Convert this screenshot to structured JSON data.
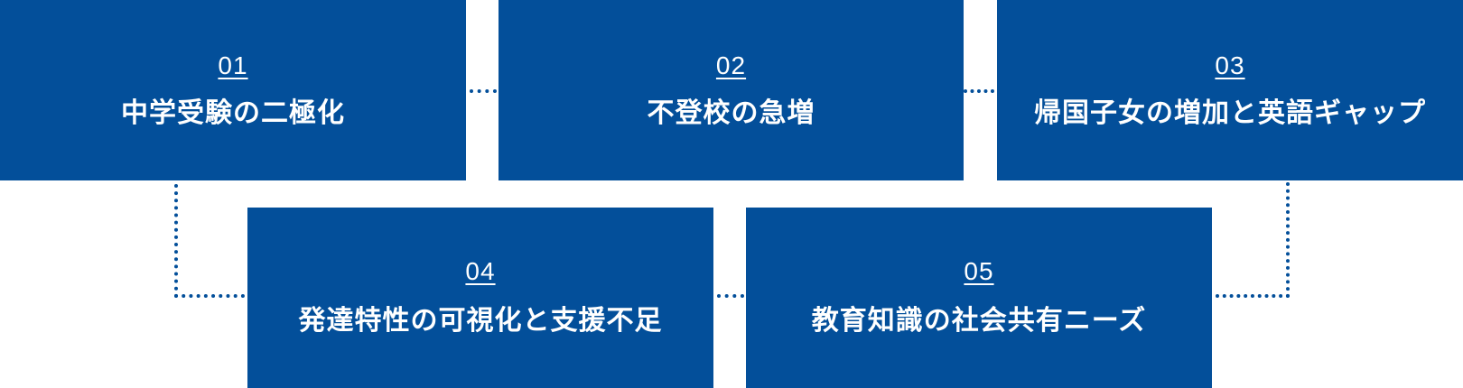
{
  "diagram": {
    "accent_color": "#034f9a",
    "text_color": "#ffffff",
    "items": [
      {
        "number": "01",
        "title": "中学受験の二極化"
      },
      {
        "number": "02",
        "title": "不登校の急増"
      },
      {
        "number": "03",
        "title": "帰国子女の増加と英語ギャップ"
      },
      {
        "number": "04",
        "title": "発達特性の可視化と支援不足"
      },
      {
        "number": "05",
        "title": "教育知識の社会共有ニーズ"
      }
    ],
    "connectors": [
      {
        "from": "01",
        "to": "02",
        "style": "dotted"
      },
      {
        "from": "02",
        "to": "03",
        "style": "dotted"
      },
      {
        "from": "03",
        "to": "05",
        "style": "dotted"
      },
      {
        "from": "04",
        "to": "05",
        "style": "dotted"
      },
      {
        "from": "01",
        "to": "04",
        "style": "dotted"
      }
    ]
  }
}
